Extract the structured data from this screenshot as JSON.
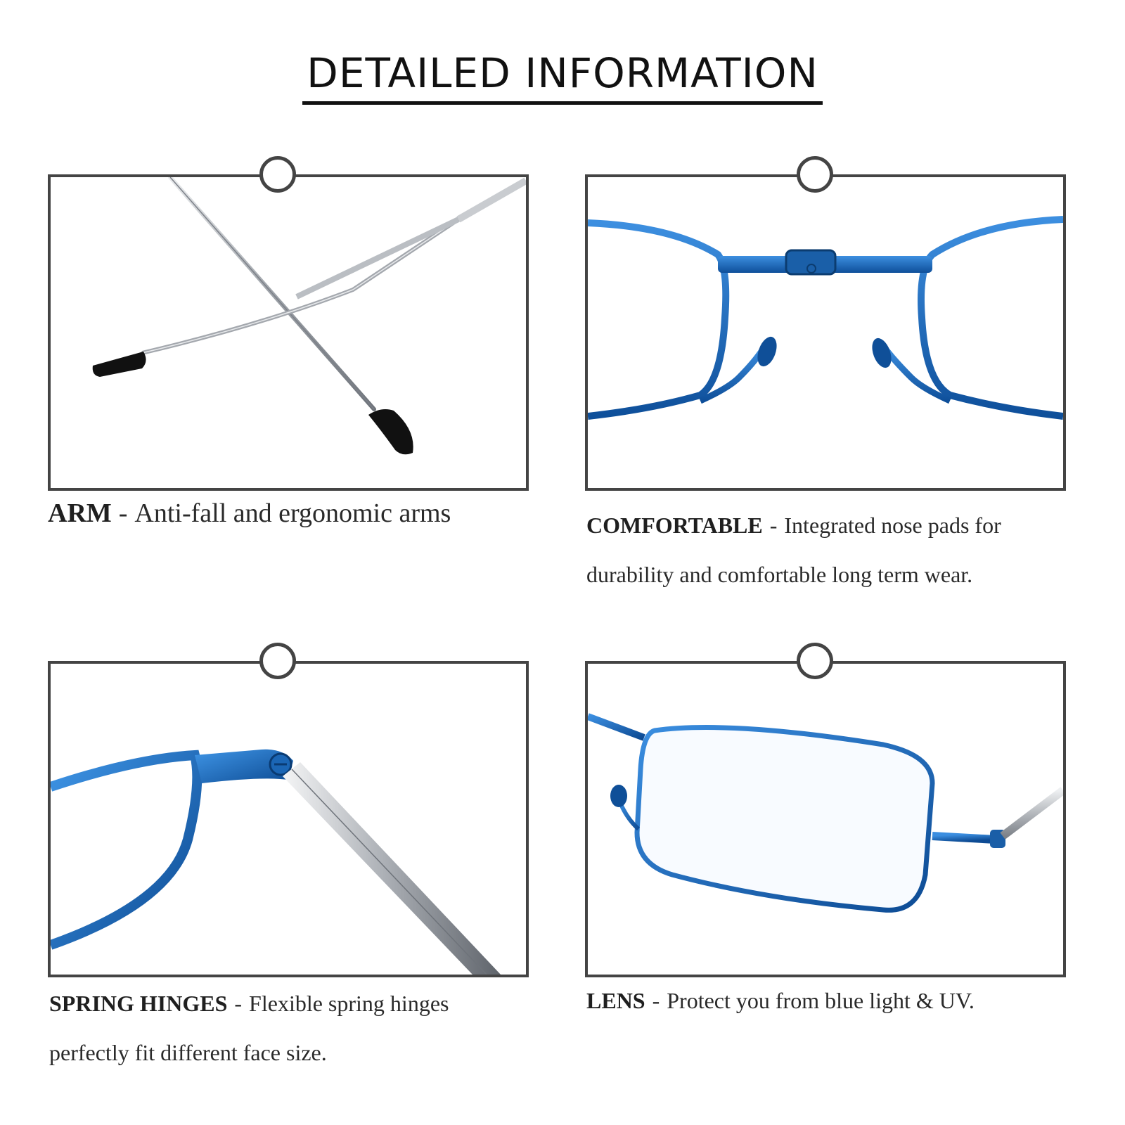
{
  "title": "DETAILED INFORMATION",
  "colors": {
    "frame_blue": "#1565b8",
    "metal": "#b8bcc2",
    "tip": "#151515",
    "border": "#444444"
  },
  "panels": [
    {
      "heading": "ARM",
      "separator": "-",
      "text": "Anti-fall and ergonomic arms"
    },
    {
      "heading": "COMFORTABLE",
      "separator": "-",
      "text": "Integrated nose pads for",
      "text2": "durability and comfortable long term wear."
    },
    {
      "heading": "SPRING HINGES",
      "separator": "-",
      "text": "Flexible spring hinges",
      "text2": "perfectly fit different face size."
    },
    {
      "heading": "LENS",
      "separator": "-",
      "text": "Protect you from blue light & UV."
    }
  ]
}
